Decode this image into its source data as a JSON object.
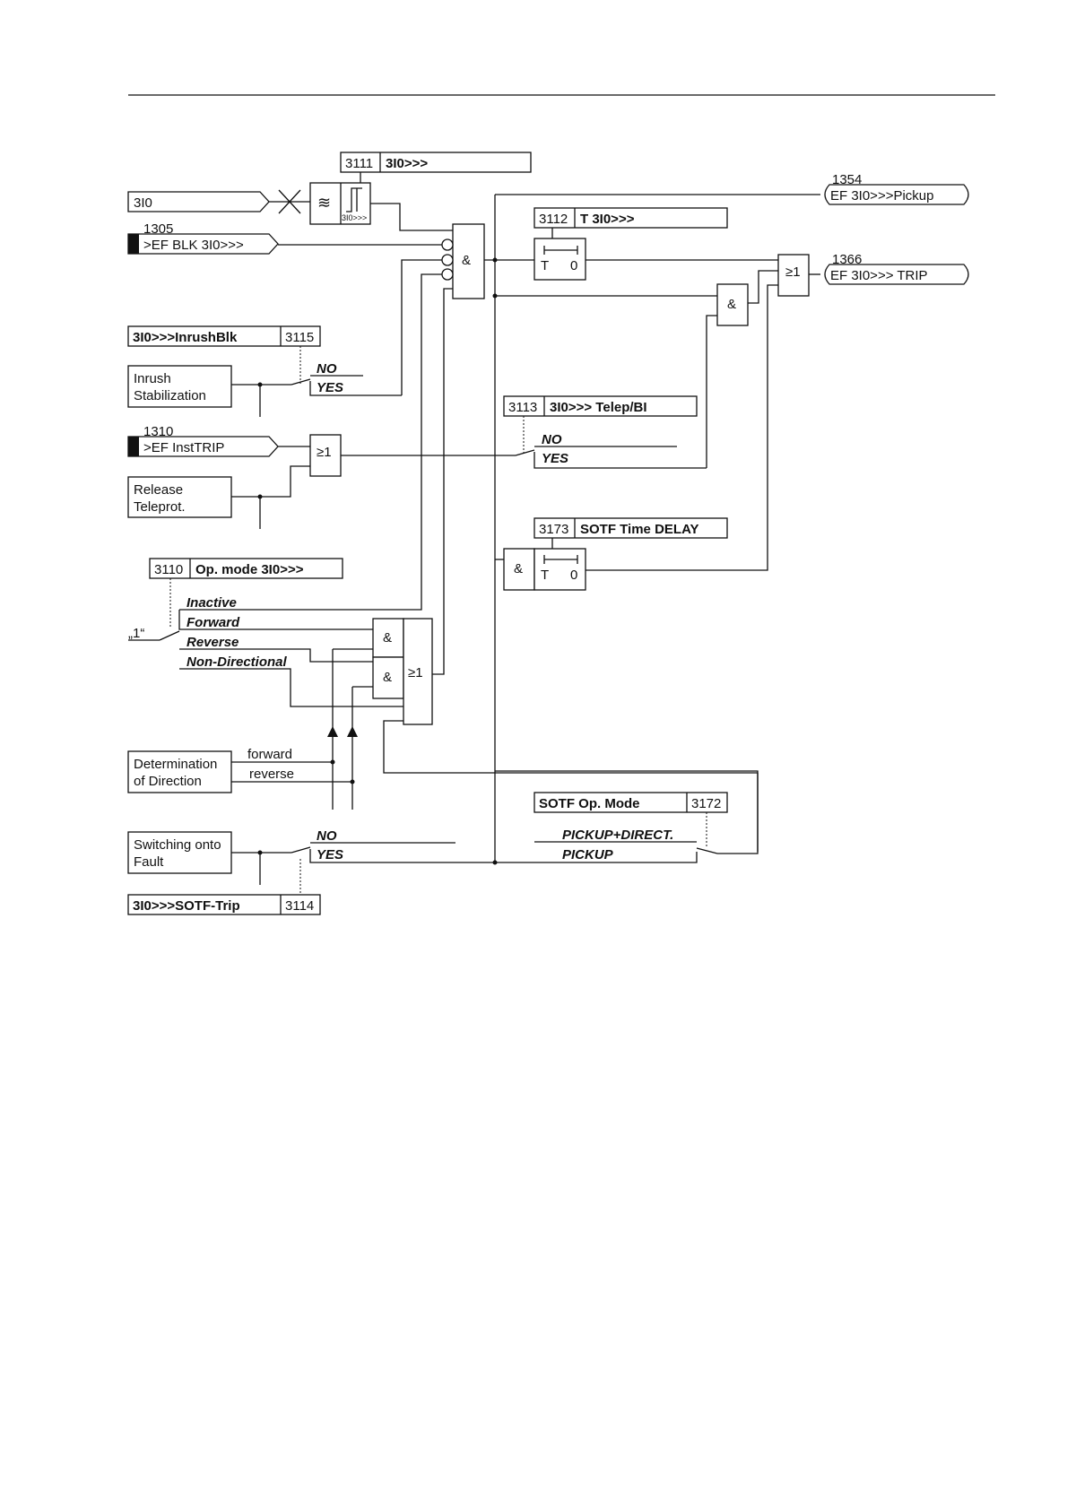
{
  "params": {
    "p3111": {
      "num": "3111",
      "name": "3I0>>>"
    },
    "p3112": {
      "num": "3112",
      "name": "T 3I0>>>"
    },
    "p3113": {
      "num": "3113",
      "name": "3I0>>> Telep/BI"
    },
    "p3115": {
      "num": "3115",
      "name": "3I0>>>InrushBlk"
    },
    "p3110": {
      "num": "3110",
      "name": "Op. mode 3I0>>>"
    },
    "p3173": {
      "num": "3173",
      "name": "SOTF Time DELAY"
    },
    "p3172": {
      "num": "3172",
      "name": "SOTF Op. Mode"
    },
    "p3114": {
      "num": "3114",
      "name": "3I0>>>SOTF-Trip"
    }
  },
  "inputs": {
    "i3i0": {
      "label": "3I0"
    },
    "blk": {
      "num": "1305",
      "label": ">EF BLK 3I0>>>"
    },
    "inst": {
      "num": "1310",
      "label": ">EF InstTRIP"
    }
  },
  "outputs": {
    "pickup": {
      "num": "1354",
      "label": "EF 3I0>>>Pickup"
    },
    "trip": {
      "num": "1366",
      "label": "EF 3I0>>> TRIP"
    }
  },
  "boxes": {
    "inrush": [
      "Inrush",
      "Stabilization"
    ],
    "release": [
      "Release",
      "Teleprot."
    ],
    "direction": [
      "Determination",
      "of Direction"
    ],
    "sotf": [
      "Switching onto",
      "Fault"
    ]
  },
  "switch_labels": {
    "no": "NO",
    "yes": "YES",
    "inactive": "Inactive",
    "forward": "Forward",
    "reverse": "Reverse",
    "nondir": "Non-Directional",
    "pickup_direct": "PICKUP+DIRECT.",
    "pickup": "PICKUP",
    "one": "„1“"
  },
  "signals": {
    "forward": "forward",
    "reverse": "reverse"
  },
  "gates": {
    "and": "&",
    "or": "≥1"
  },
  "timer": {
    "t": "T",
    "zero": "0"
  },
  "threshold_label": "3I0>>>"
}
